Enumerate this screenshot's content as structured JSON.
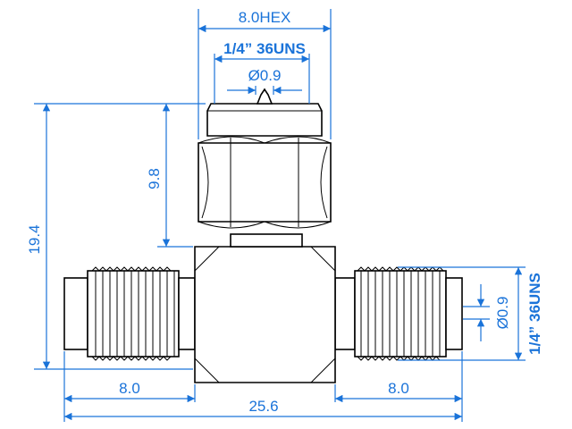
{
  "drawing": {
    "dimensions": {
      "hex": "8.0HEX",
      "thread_top": "1/4” 36UNS",
      "pin_top": "Ø0.9",
      "height_top": "9.8",
      "total_height": "19.4",
      "left_len": "8.0",
      "right_len": "8.0",
      "total_len": "25.6",
      "pin_right": "Ø0.9",
      "thread_right": "1/4” 36UNS"
    },
    "colors": {
      "dimension": "#1a73d9",
      "outline": "#000000"
    }
  }
}
